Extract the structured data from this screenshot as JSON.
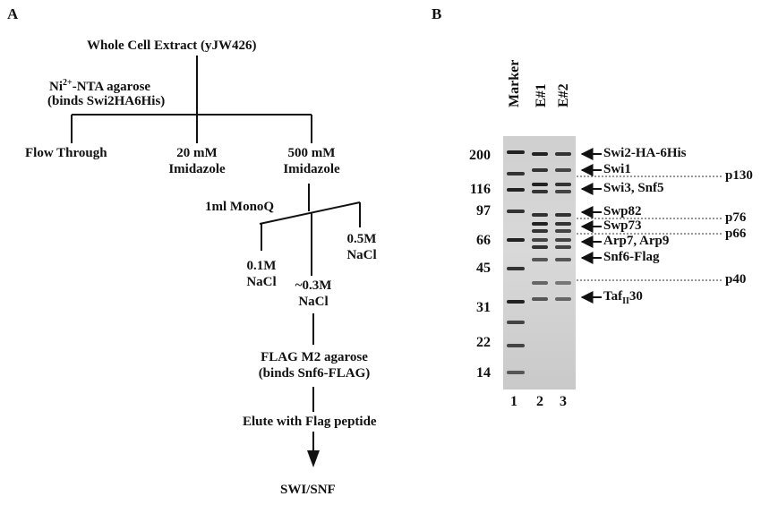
{
  "panel_a": {
    "letter": "A",
    "start": "Whole Cell Extract (yJW426)",
    "ni_step_line1": "Ni",
    "ni_step_sup": "2+",
    "ni_step_rest": "-NTA agarose",
    "ni_step_line2": "(binds Swi2HA6His)",
    "flow_through": "Flow Through",
    "imid20_line1": "20 mM",
    "imid20_line2": "Imidazole",
    "imid500_line1": "500 mM",
    "imid500_line2": "Imidazole",
    "monoq": "1ml MonoQ",
    "nacl01_line1": "0.1M",
    "nacl01_line2": "NaCl",
    "nacl03_line1": "~0.3M",
    "nacl03_line2": "NaCl",
    "nacl05_line1": "0.5M",
    "nacl05_line2": "NaCl",
    "flag_line1": "FLAG M2 agarose",
    "flag_line2": "(binds Snf6-FLAG)",
    "elute": "Elute with Flag peptide",
    "result": "SWI/SNF"
  },
  "panel_b": {
    "letter": "B",
    "lane_headers": [
      "Marker",
      "E#1",
      "E#2"
    ],
    "lane_numbers": [
      "1",
      "2",
      "3"
    ],
    "markers": [
      "200",
      "116",
      "97",
      "66",
      "45",
      "31",
      "22",
      "14"
    ],
    "band_labels": [
      {
        "text": "Swi2-HA-6His"
      },
      {
        "text": "Swi1"
      },
      {
        "text": "Swi3, Snf5"
      },
      {
        "text": "Swp82"
      },
      {
        "text": "Swp73"
      },
      {
        "text": "Arp7, Arp9"
      },
      {
        "text": "Snf6-Flag"
      },
      {
        "text": "Taf",
        "sub": "II",
        "after": "30"
      }
    ],
    "side_labels": [
      "p130",
      "p76",
      "p66",
      "p40"
    ]
  }
}
